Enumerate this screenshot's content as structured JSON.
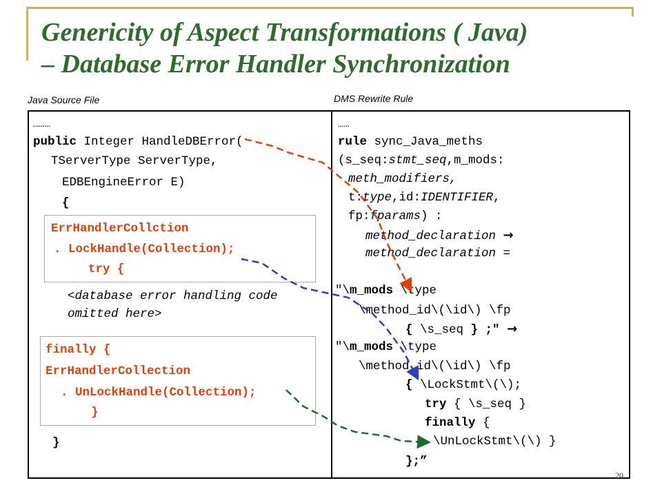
{
  "title": {
    "line1": "Genericity of Aspect Transformations ( Java)",
    "line2": "– Database Error Handler Synchronization"
  },
  "left_panel": {
    "caption": "Java Source File",
    "lines": {
      "l0": "………",
      "l1_kw": "public",
      "l1_rest": " Integer HandleDBError(",
      "l2": "TServerType ServerType,",
      "l3": "EDBEngineError E)",
      "l4": "{",
      "box1_l1": "ErrHandlerCollction",
      "box1_l2": ". LockHandle(Collection);",
      "box1_l3": "try {",
      "comment1": "<database error handling code",
      "comment2": "omitted here>",
      "box2_l1": "finally {",
      "box2_l2": "ErrHandlerCollection",
      "box2_l3": ". UnLockHandle(Collection);",
      "box2_l4": "}",
      "close": "}"
    }
  },
  "right_panel": {
    "caption": "DMS Rewrite Rule",
    "lines": {
      "r0": "……",
      "r1_kw": "rule",
      "r1_rest": " sync_Java_meths",
      "r2a": "(s_seq:",
      "r2b": "stmt_seq",
      "r2c": ",m_mods:",
      "r3": "meth_modifiers,",
      "r4a": "t:",
      "r4b": "type",
      "r4c": ",id:",
      "r4d": "IDENTIFIER",
      "r4e": ",",
      "r5a": "fp:",
      "r5b": "fparams",
      "r5c": ") :",
      "r6": "method_declaration",
      "r7": "method_declaration =",
      "r8a": "\"\\",
      "r8b": "m_mods",
      "r8c": " \\type",
      "r9": "\\method_id\\(\\id\\) \\fp",
      "r10a": "{",
      "r10b": " \\s_seq ",
      "r10c": "} ;\"",
      "r11a": "\"\\",
      "r11b": "m_mods",
      "r11c": " \\type",
      "r12": "\\method_id\\(\\id\\) \\fp",
      "r13a": "{",
      "r13b": " \\LockStmt\\(\\);",
      "r14a": "try",
      "r14b": " { \\s_seq }",
      "r15a": "finally",
      "r15b": " {",
      "r16": "\\UnLockStmt\\(\\) }",
      "r17": "};”"
    },
    "arrow_glyph": "→"
  },
  "slide_number": "20",
  "colors": {
    "title": "#2f6b2f",
    "accent": "#c9b464",
    "code_highlight": "#e0400b",
    "arrow_red": "#e0400b",
    "arrow_blue": "#2b3fbf",
    "arrow_green": "#1e6b2a"
  }
}
